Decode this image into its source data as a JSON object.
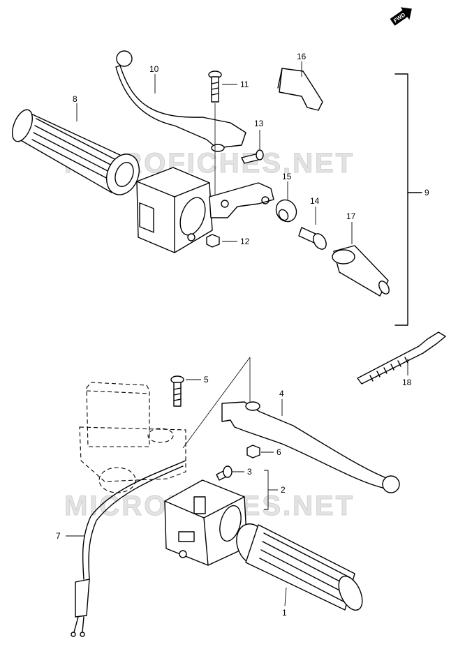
{
  "watermark": {
    "top": "MICROFICHES.NET",
    "bottom": "MICROFICHES.NET"
  },
  "direction_badge": "FWD",
  "callouts": {
    "c1": "1",
    "c2": "2",
    "c3": "3",
    "c4": "4",
    "c5": "5",
    "c6": "6",
    "c7": "7",
    "c8": "8",
    "c9": "9",
    "c10": "10",
    "c11": "11",
    "c12": "12",
    "c13": "13",
    "c14": "14",
    "c15": "15",
    "c16": "16",
    "c17": "17",
    "c18": "18"
  }
}
